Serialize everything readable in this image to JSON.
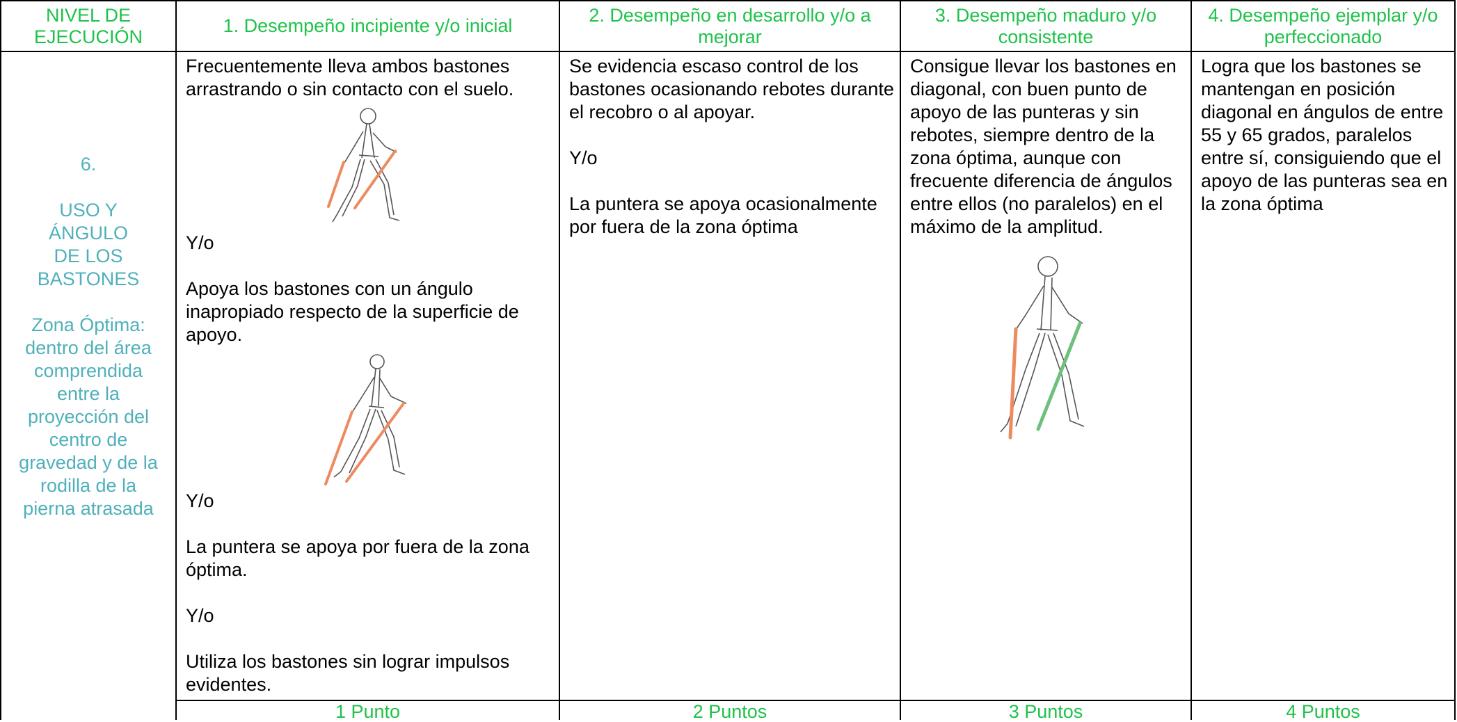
{
  "header": {
    "level_label": "NIVEL DE EJECUCIÓN",
    "columns": [
      "1. Desempeño incipiente y/o inicial",
      "2. Desempeño en desarrollo y/o a mejorar",
      "3. Desempeño maduro y/o consistente",
      "4. Desempeño ejemplar y/o perfeccionado"
    ]
  },
  "criterion": {
    "number": "6.",
    "title": "USO Y ÁNGULO DE LOS BASTONES",
    "note": "Zona Óptima: dentro del área comprendida entre la proyección del centro de gravedad y de la rodilla de la pierna atrasada"
  },
  "descriptors": {
    "level1": {
      "text1": "Frecuentemente lleva ambos bastones arrastrando o sin contacto con el suelo.",
      "or1": "Y/o",
      "text2": "Apoya los bastones con un ángulo inapropiado respecto de la superficie de apoyo.",
      "or2": "Y/o",
      "text3": "La puntera se apoya por fuera de la zona óptima.",
      "or3": "Y/o",
      "text4": "Utiliza los bastones sin lograr impulsos evidentes."
    },
    "level2": {
      "text1": "Se evidencia escaso control de los bastones ocasionando rebotes durante el recobro o al apoyar.",
      "or1": "Y/o",
      "text2": "La puntera se apoya ocasionalmente por fuera de la zona óptima"
    },
    "level3": {
      "text1": "Consigue llevar los bastones en diagonal, con buen punto de apoyo de las punteras y sin rebotes, siempre dentro de la zona óptima, aunque con frecuente diferencia de ángulos entre ellos (no paralelos) en el máximo de la amplitud."
    },
    "level4": {
      "text1": "Logra que los bastones se mantengan en posición diagonal en ángulos de entre 55 y 65 grados, paralelos entre sí, consiguiendo que el apoyo de las punteras sea en la zona óptima"
    }
  },
  "scores": [
    "1 Punto",
    "2 Puntos",
    "3 Puntos",
    "4 Puntos"
  ],
  "colors": {
    "header_text": "#1fc24a",
    "criterion_text": "#4fb0bb",
    "pole_orange": "#ee8a5f",
    "pole_green": "#6fbf7d"
  }
}
